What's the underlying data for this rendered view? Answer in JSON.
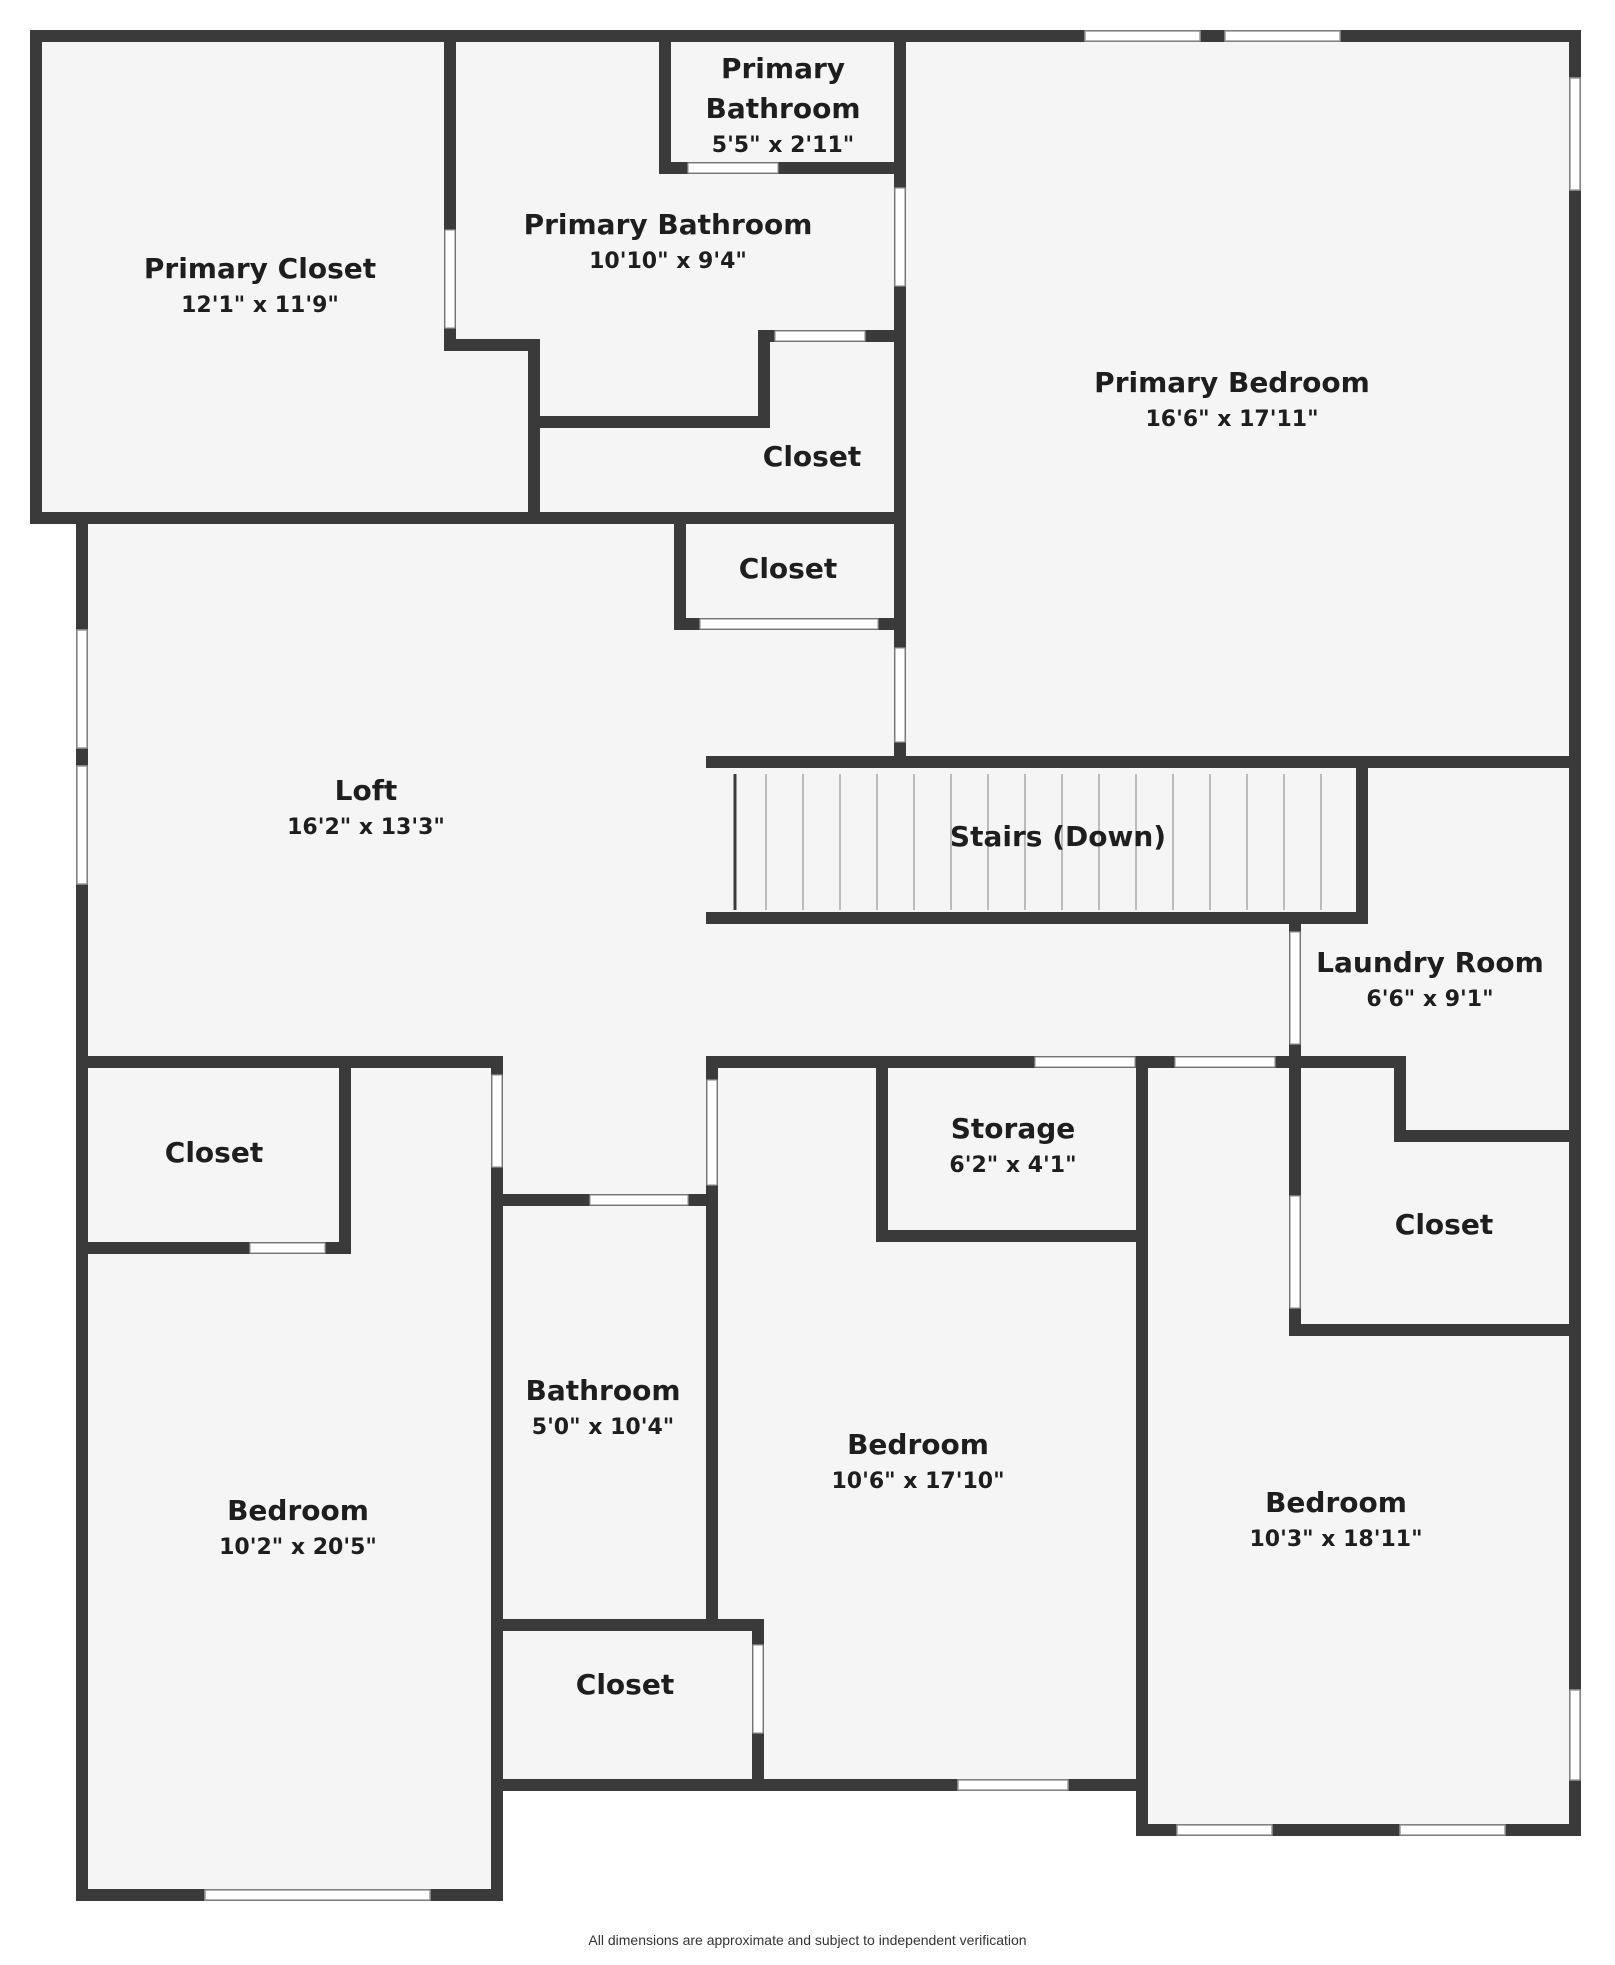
{
  "colors": {
    "wall": "#3a3a3a",
    "floor": "#f5f5f5",
    "text": "#1e1e1e",
    "window": "#ffffff"
  },
  "rooms": {
    "primary_closet": {
      "name": "Primary Closet",
      "dim": "12'1\" x 11'9\""
    },
    "primary_bath_small": {
      "name1": "Primary",
      "name2": "Bathroom",
      "dim": "5'5\" x 2'11\""
    },
    "primary_bath": {
      "name": "Primary Bathroom",
      "dim": "10'10\" x 9'4\""
    },
    "closet_a": {
      "name": "Closet"
    },
    "closet_b": {
      "name": "Closet"
    },
    "primary_bedroom": {
      "name": "Primary Bedroom",
      "dim": "16'6\" x 17'11\""
    },
    "loft": {
      "name": "Loft",
      "dim": "16'2\" x 13'3\""
    },
    "stairs": {
      "name": "Stairs (Down)"
    },
    "laundry": {
      "name": "Laundry Room",
      "dim": "6'6\" x 9'1\""
    },
    "closet_c": {
      "name": "Closet"
    },
    "storage": {
      "name": "Storage",
      "dim": "6'2\" x 4'1\""
    },
    "closet_d": {
      "name": "Closet"
    },
    "bathroom": {
      "name": "Bathroom",
      "dim": "5'0\" x 10'4\""
    },
    "bedroom_left": {
      "name": "Bedroom",
      "dim": "10'2\" x 20'5\""
    },
    "bedroom_mid": {
      "name": "Bedroom",
      "dim": "10'6\" x 17'10\""
    },
    "bedroom_right": {
      "name": "Bedroom",
      "dim": "10'3\" x 18'11\""
    },
    "closet_e": {
      "name": "Closet"
    }
  },
  "footer": "All dimensions are approximate and subject to independent verification"
}
